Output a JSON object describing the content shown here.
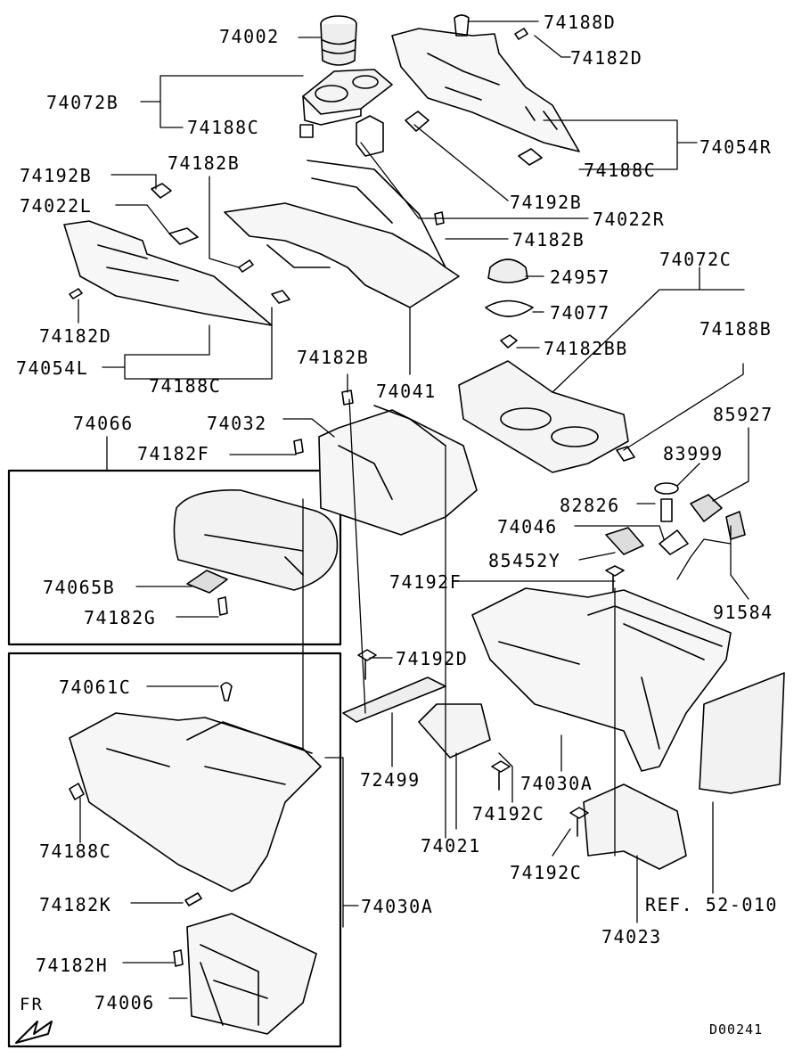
{
  "labels": {
    "p74002": "74002",
    "p74072B": "74072B",
    "p74188C_a": "74188C",
    "p74188D": "74188D",
    "p74182D_a": "74182D",
    "p74054R": "74054R",
    "p74188C_b": "74188C",
    "p74192B_a": "74192B",
    "p74182B_a": "74182B",
    "p74022L": "74022L",
    "p74192B_b": "74192B",
    "p74022R": "74022R",
    "p74182B_b": "74182B",
    "p24957": "24957",
    "p74072C": "74072C",
    "p74077": "74077",
    "p74188B": "74188B",
    "p74182BB": "74182BB",
    "p74182D_b": "74182D",
    "p74054L": "74054L",
    "p74188C_c": "74188C",
    "p74182B_c": "74182B",
    "p74041": "74041",
    "p74066": "74066",
    "p74032": "74032",
    "p85927": "85927",
    "p74182F": "74182F",
    "p83999": "83999",
    "p82826": "82826",
    "p74046": "74046",
    "p85452Y": "85452Y",
    "p74065B": "74065B",
    "p74192F": "74192F",
    "p74182G": "74182G",
    "p91584": "91584",
    "p74192D": "74192D",
    "p74061C": "74061C",
    "p72499": "72499",
    "p74030A_a": "74030A",
    "p74188C_d": "74188C",
    "p74192C_a": "74192C",
    "p74021": "74021",
    "p74182K": "74182K",
    "p74030A_b": "74030A",
    "p74192C_b": "74192C",
    "pRef": "REF. 52-010",
    "p74182H": "74182H",
    "p74023": "74023",
    "p74006": "74006",
    "fr": "FR",
    "diagram_id": "D00241"
  }
}
